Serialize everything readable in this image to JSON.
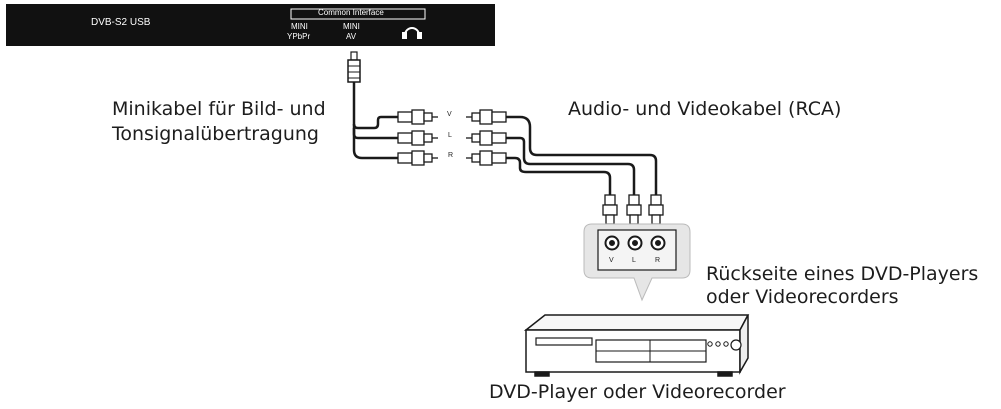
{
  "panel": {
    "port_label": "DVB-S2  USB",
    "ci_label": "Common Interface",
    "mini_ypbpr_line1": "MINI",
    "mini_ypbpr_line2": "YPbPr",
    "mini_av_line1": "MINI",
    "mini_av_line2": "AV",
    "headphone_icon": "headphone-icon"
  },
  "labels": {
    "minicable_line1": "Minikabel für Bild- und",
    "minicable_line2": "Tonsignalübertragung",
    "rca_cable": "Audio- und Videokabel (RCA)",
    "rear_line1": "Rückseite eines DVD-Players",
    "rear_line2": "oder Videorecorders",
    "device": "DVD-Player oder Videorecorder"
  },
  "channels": {
    "v": "V",
    "l": "L",
    "r": "R"
  },
  "colors": {
    "panel": "#111111",
    "line": "#1a1a1a",
    "bubble": "#e6e6e6"
  }
}
